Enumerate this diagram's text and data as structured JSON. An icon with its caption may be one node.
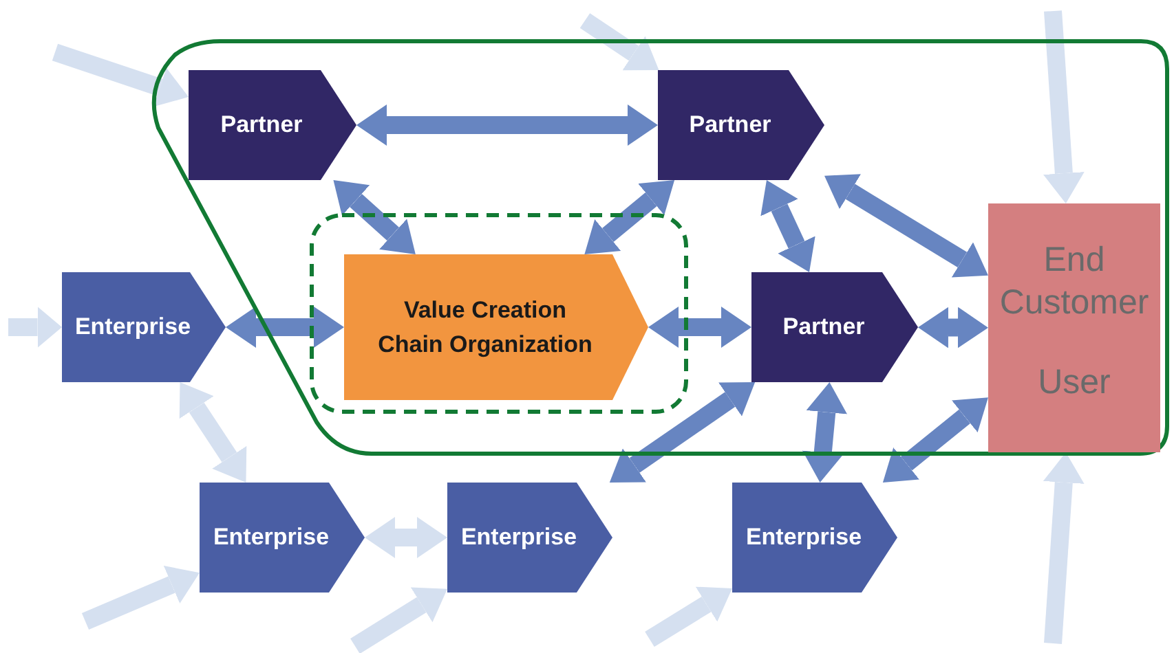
{
  "diagram": {
    "nodes": [
      {
        "text": [],
        "shape": "box"
      },
      {
        "text": [
          "Partner"
        ],
        "in": 0
      },
      {
        "text": [
          "Partner"
        ],
        "in": 0
      },
      {
        "text": [],
        "shape": "box",
        "in": 0
      },
      {
        "text": [
          "Value Creation Chain Organization"
        ],
        "in": 3
      },
      {
        "text": [
          "Enterprise"
        ]
      },
      {
        "text": [
          "Partner"
        ],
        "in": 0
      },
      {
        "text": [
          "End Customer",
          "User"
        ],
        "in": 0
      },
      {
        "text": [
          "Enterprise"
        ]
      },
      {
        "text": [
          "Enterprise"
        ]
      },
      {
        "text": [
          "Enterprise"
        ]
      }
    ],
    "edges": [
      {
        "from": null,
        "to": 1,
        "arrow": "to",
        "color": "#d5e0f0"
      },
      {
        "from": null,
        "to": 2,
        "arrow": "to",
        "color": "#d5e0f0"
      },
      {
        "from": null,
        "to": 7,
        "arrow": "to",
        "color": "#d5e0f0"
      },
      {
        "from": 1,
        "to": 2,
        "arrow": "both"
      },
      {
        "from": 1,
        "to": 4,
        "arrow": "both"
      },
      {
        "from": 4,
        "to": 2,
        "arrow": "both"
      },
      {
        "from": 2,
        "to": 6,
        "arrow": "both"
      },
      {
        "from": 2,
        "to": 7,
        "arrow": "both"
      },
      {
        "from": null,
        "to": 5,
        "arrow": "to",
        "color": "#d5e0f0"
      },
      {
        "from": 5,
        "to": 4,
        "arrow": "both"
      },
      {
        "from": 4,
        "to": 6,
        "arrow": "both"
      },
      {
        "from": 6,
        "to": 7,
        "arrow": "both"
      },
      {
        "from": 5,
        "to": 8,
        "arrow": "both",
        "color": "#d5e0f0"
      },
      {
        "from": 9,
        "to": 6,
        "arrow": "both"
      },
      {
        "from": 6,
        "to": 10,
        "arrow": "both"
      },
      {
        "from": 10,
        "to": 7,
        "arrow": "both"
      },
      {
        "from": 8,
        "to": 9,
        "arrow": "both",
        "color": "#d5e0f0"
      },
      {
        "from": null,
        "to": 8,
        "arrow": "to",
        "color": "#d5e0f0"
      },
      {
        "from": null,
        "to": 9,
        "arrow": "to",
        "color": "#d5e0f0"
      },
      {
        "from": null,
        "to": 10,
        "arrow": "to",
        "color": "#d5e0f0"
      },
      {
        "from": null,
        "to": 7,
        "arrow": "to",
        "color": "#d5e0f0"
      }
    ]
  }
}
